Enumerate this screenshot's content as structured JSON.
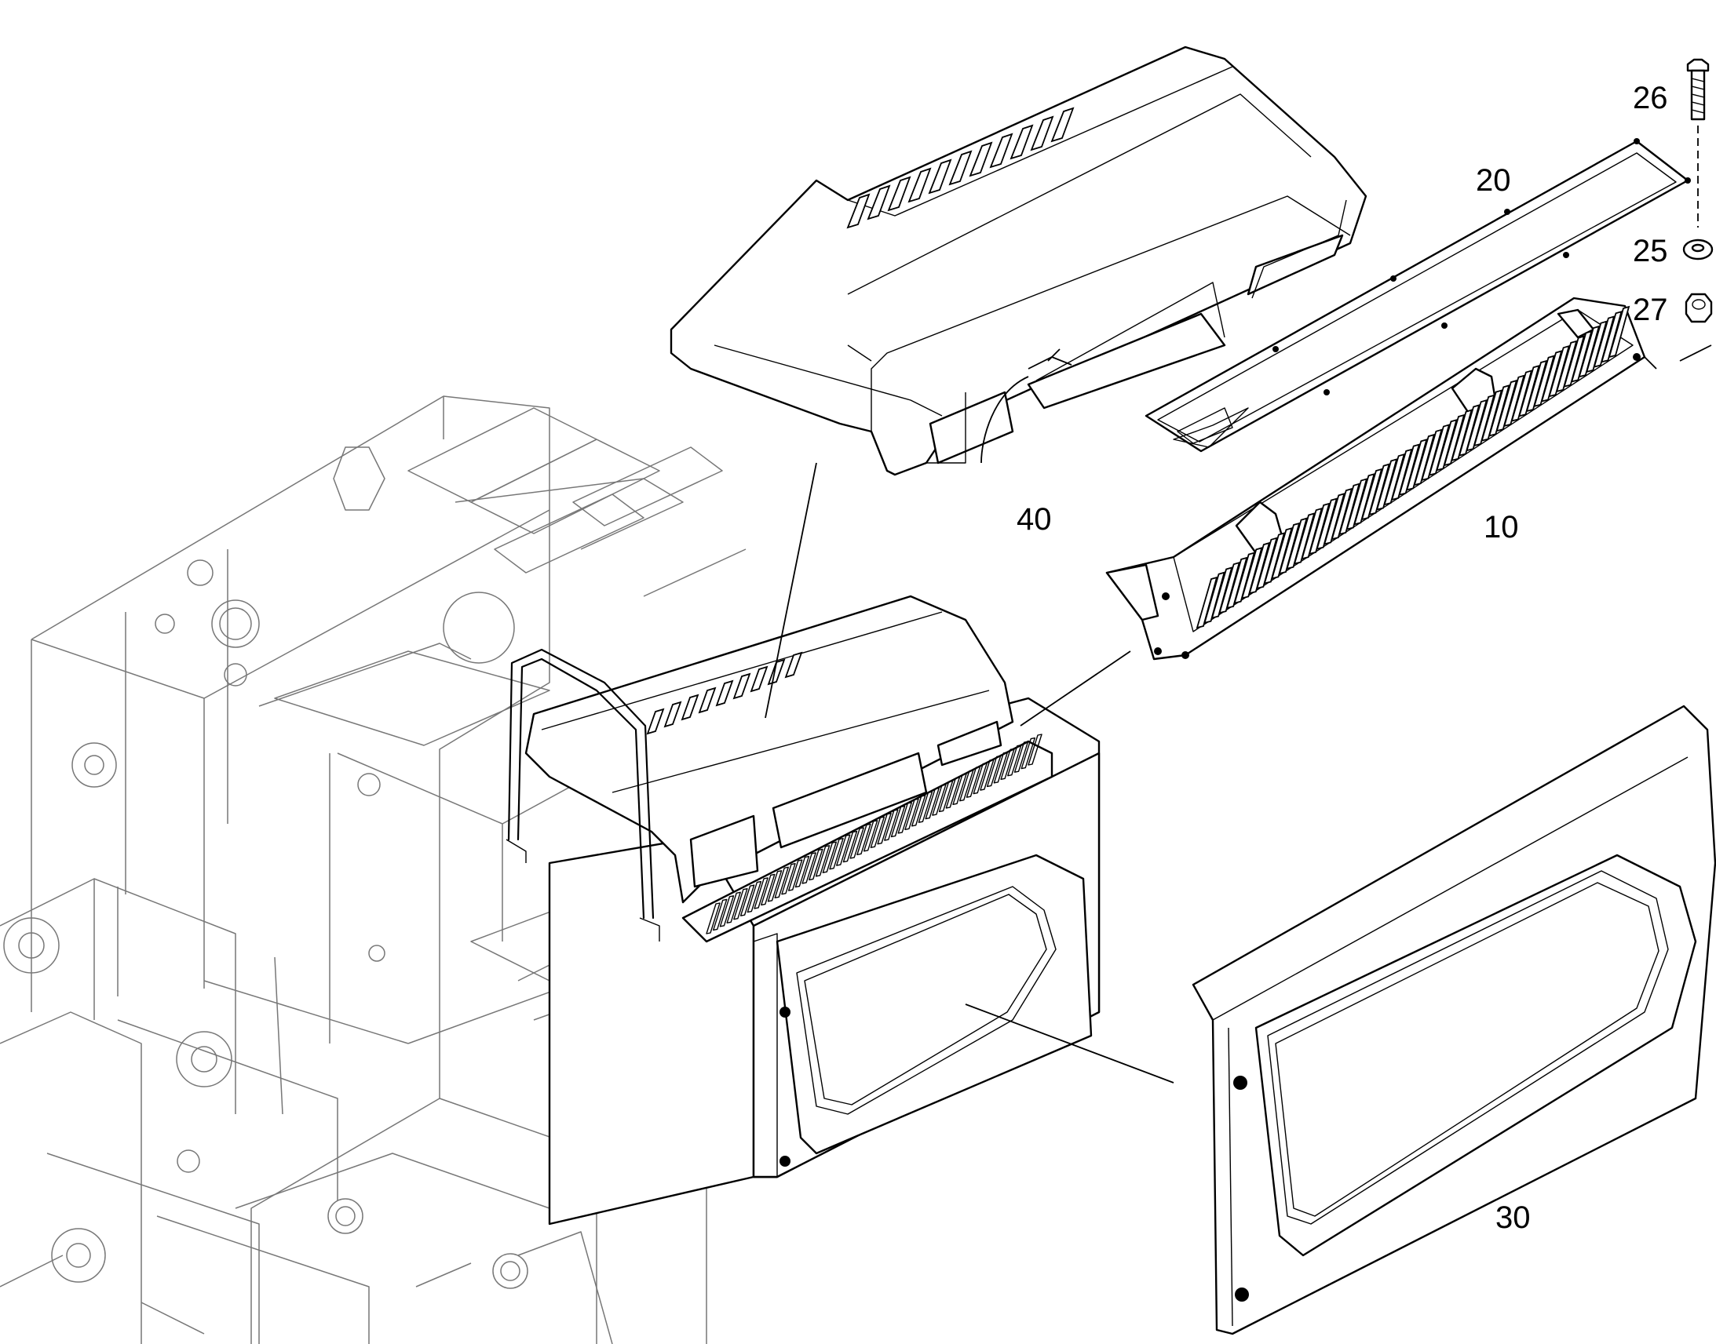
{
  "diagram": {
    "callouts": [
      {
        "id": "10",
        "label": "10"
      },
      {
        "id": "20",
        "label": "20"
      },
      {
        "id": "25",
        "label": "25"
      },
      {
        "id": "26",
        "label": "26"
      },
      {
        "id": "27",
        "label": "27"
      },
      {
        "id": "30",
        "label": "30"
      },
      {
        "id": "40",
        "label": "40"
      }
    ]
  }
}
